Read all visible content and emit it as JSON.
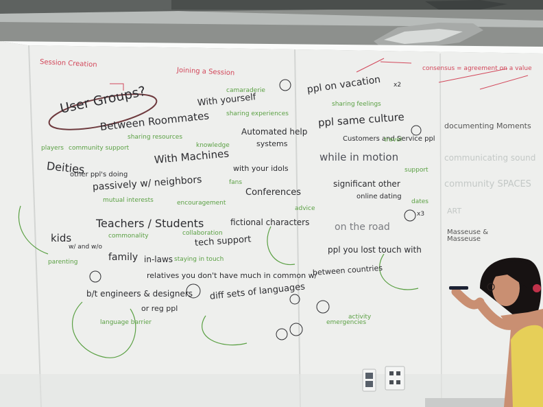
{
  "board": {
    "headers": {
      "session_creation": "Session Creation",
      "joining_session": "Joining a Session",
      "consensus": "consensus = agreement on a value"
    },
    "main": {
      "user_groups": "User Groups?",
      "between_roommates": "Between Roommates",
      "with_yourself": "With yourself",
      "automated_help": "Automated help",
      "systems": "systems",
      "deities": "Deities",
      "other_ppl_doing": "other ppl's doing",
      "with_machines": "With Machines",
      "with_your_idols": "with your idols",
      "passively_neighbors": "passively w/ neighbors",
      "conferences": "Conferences",
      "teachers_students": "Teachers / Students",
      "fictional_characters": "fictional characters",
      "kids": "kids",
      "w_and_wo": "w/ and w/o",
      "tech_support": "tech support",
      "family": "family",
      "in_laws": "in-laws",
      "relatives": "relatives you don't have much in common w/",
      "bt_engineers": "b/t engineers & designers",
      "or_reg_ppl": "or reg ppl",
      "diff_lang": "diff sets of languages",
      "ppl_on_vacation": "ppl on vacation",
      "ppl_same_culture": "ppl same culture",
      "customers_service": "Customers and Service ppl",
      "while_in_motion": "while in motion",
      "significant_other": "significant other",
      "online_dating": "online dating",
      "on_the_road": "on the road",
      "ppl_lost_touch": "ppl you lost touch with",
      "between_countries": "between countries"
    },
    "right_column": {
      "documenting_moments": "documenting Moments",
      "communicating_sound": "communicating sound",
      "community_spaces": "community SPACES",
      "art": "ART",
      "masseuse": "Masseuse & Masseuse"
    },
    "annotations": {
      "community_support": "community support",
      "players": "players",
      "x2": "x2",
      "x3": "x3",
      "camaraderie": "camaraderie",
      "sharing_feelings": "sharing feelings",
      "sharing_experiences": "sharing experiences",
      "sharing_resources": "sharing resources",
      "knowledge": "knowledge",
      "mutual_interests": "mutual interests",
      "encouragement": "encouragement",
      "commonality": "commonality",
      "staying_in_touch": "staying in touch",
      "advice": "advice",
      "collaboration": "collaboration",
      "support": "support",
      "parenting": "parenting",
      "emergencies": "emergencies",
      "language_barrier": "language barrier",
      "activity": "activity",
      "fans": "fans",
      "dates": "dates",
      "travel": "travel"
    }
  },
  "colors": {
    "board": "#eeefed",
    "marker_dark": "#2c2c30",
    "marker_green": "#5aa043",
    "marker_red": "#d2475a",
    "shirt": "#e6cf58",
    "hair": "#171212"
  }
}
